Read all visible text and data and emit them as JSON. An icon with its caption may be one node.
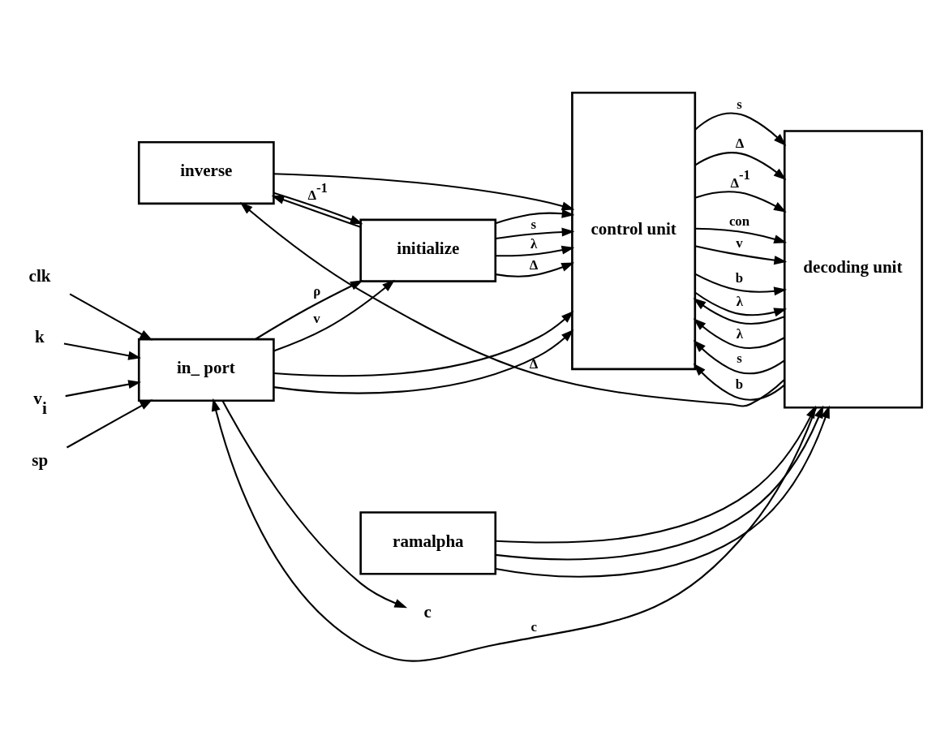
{
  "diagram": {
    "nodes": [
      {
        "text": [
          "inverse"
        ]
      },
      {
        "text": [
          "clk"
        ]
      },
      {
        "text": [
          "k"
        ]
      },
      {
        "text": [
          "v$_{i}$"
        ]
      },
      {
        "text": [
          "sp"
        ]
      },
      {
        "text": [
          "in_ port"
        ]
      },
      {
        "text": [
          "initialize"
        ]
      },
      {
        "text": [
          "ramalpha"
        ]
      },
      {
        "text": [
          "c"
        ]
      },
      {
        "text": [
          "control unit"
        ]
      },
      {
        "text": [
          "decoding unit"
        ]
      }
    ],
    "edges": [
      {
        "from": 1,
        "to": 5,
        "arrow": "to"
      },
      {
        "from": 2,
        "to": 5,
        "arrow": "to"
      },
      {
        "from": 3,
        "to": 5,
        "arrow": "to"
      },
      {
        "from": 4,
        "to": 5,
        "arrow": "to"
      },
      {
        "from": 5,
        "to": 8,
        "arrow": "to"
      },
      {
        "from": 5,
        "to": 6,
        "arrow": "to",
        "label": "ρ"
      },
      {
        "from": 5,
        "to": 9,
        "arrow": "to"
      },
      {
        "from": 5,
        "to": 6,
        "arrow": "to",
        "label": "v"
      },
      {
        "from": 5,
        "to": 9,
        "arrow": "to"
      },
      {
        "from": 0,
        "to": 6,
        "arrow": "to",
        "label": "Δ$^{-1}$"
      },
      {
        "from": 0,
        "to": 9,
        "arrow": "to"
      },
      {
        "from": 6,
        "to": 9,
        "arrow": "to",
        "label": "s"
      },
      {
        "from": 6,
        "to": 9,
        "arrow": "to",
        "label": "λ"
      },
      {
        "from": 6,
        "to": 9,
        "arrow": "to",
        "label": "Δ"
      },
      {
        "from": 6,
        "to": 9,
        "arrow": "to"
      },
      {
        "from": 6,
        "to": 0,
        "arrow": "to"
      },
      {
        "from": 7,
        "to": 10,
        "arrow": "to"
      },
      {
        "from": 7,
        "to": 10,
        "arrow": "to"
      },
      {
        "from": 7,
        "to": 10,
        "arrow": "to"
      },
      {
        "from": 9,
        "to": 10,
        "arrow": "to",
        "label": "b"
      },
      {
        "from": 9,
        "to": 10,
        "arrow": "to",
        "label": "λ"
      },
      {
        "from": 9,
        "to": 10,
        "arrow": "to",
        "label": "s"
      },
      {
        "from": 9,
        "to": 10,
        "arrow": "to",
        "label": "Δ"
      },
      {
        "from": 9,
        "to": 10,
        "arrow": "to",
        "label": "Δ$^{-1}$"
      },
      {
        "from": 9,
        "to": 10,
        "arrow": "to",
        "label": "con"
      },
      {
        "from": 9,
        "to": 10,
        "arrow": "to",
        "label": "v"
      },
      {
        "from": 10,
        "to": 5,
        "arrow": "to",
        "label": "c"
      },
      {
        "from": 10,
        "to": 0,
        "arrow": "to",
        "label": "Δ"
      },
      {
        "from": 10,
        "to": 9,
        "arrow": "to"
      },
      {
        "from": 10,
        "to": 9,
        "arrow": "to",
        "label": "λ"
      },
      {
        "from": 10,
        "to": 9,
        "arrow": "to",
        "label": "s"
      },
      {
        "from": 10,
        "to": 9,
        "arrow": "to",
        "label": "b"
      }
    ]
  }
}
